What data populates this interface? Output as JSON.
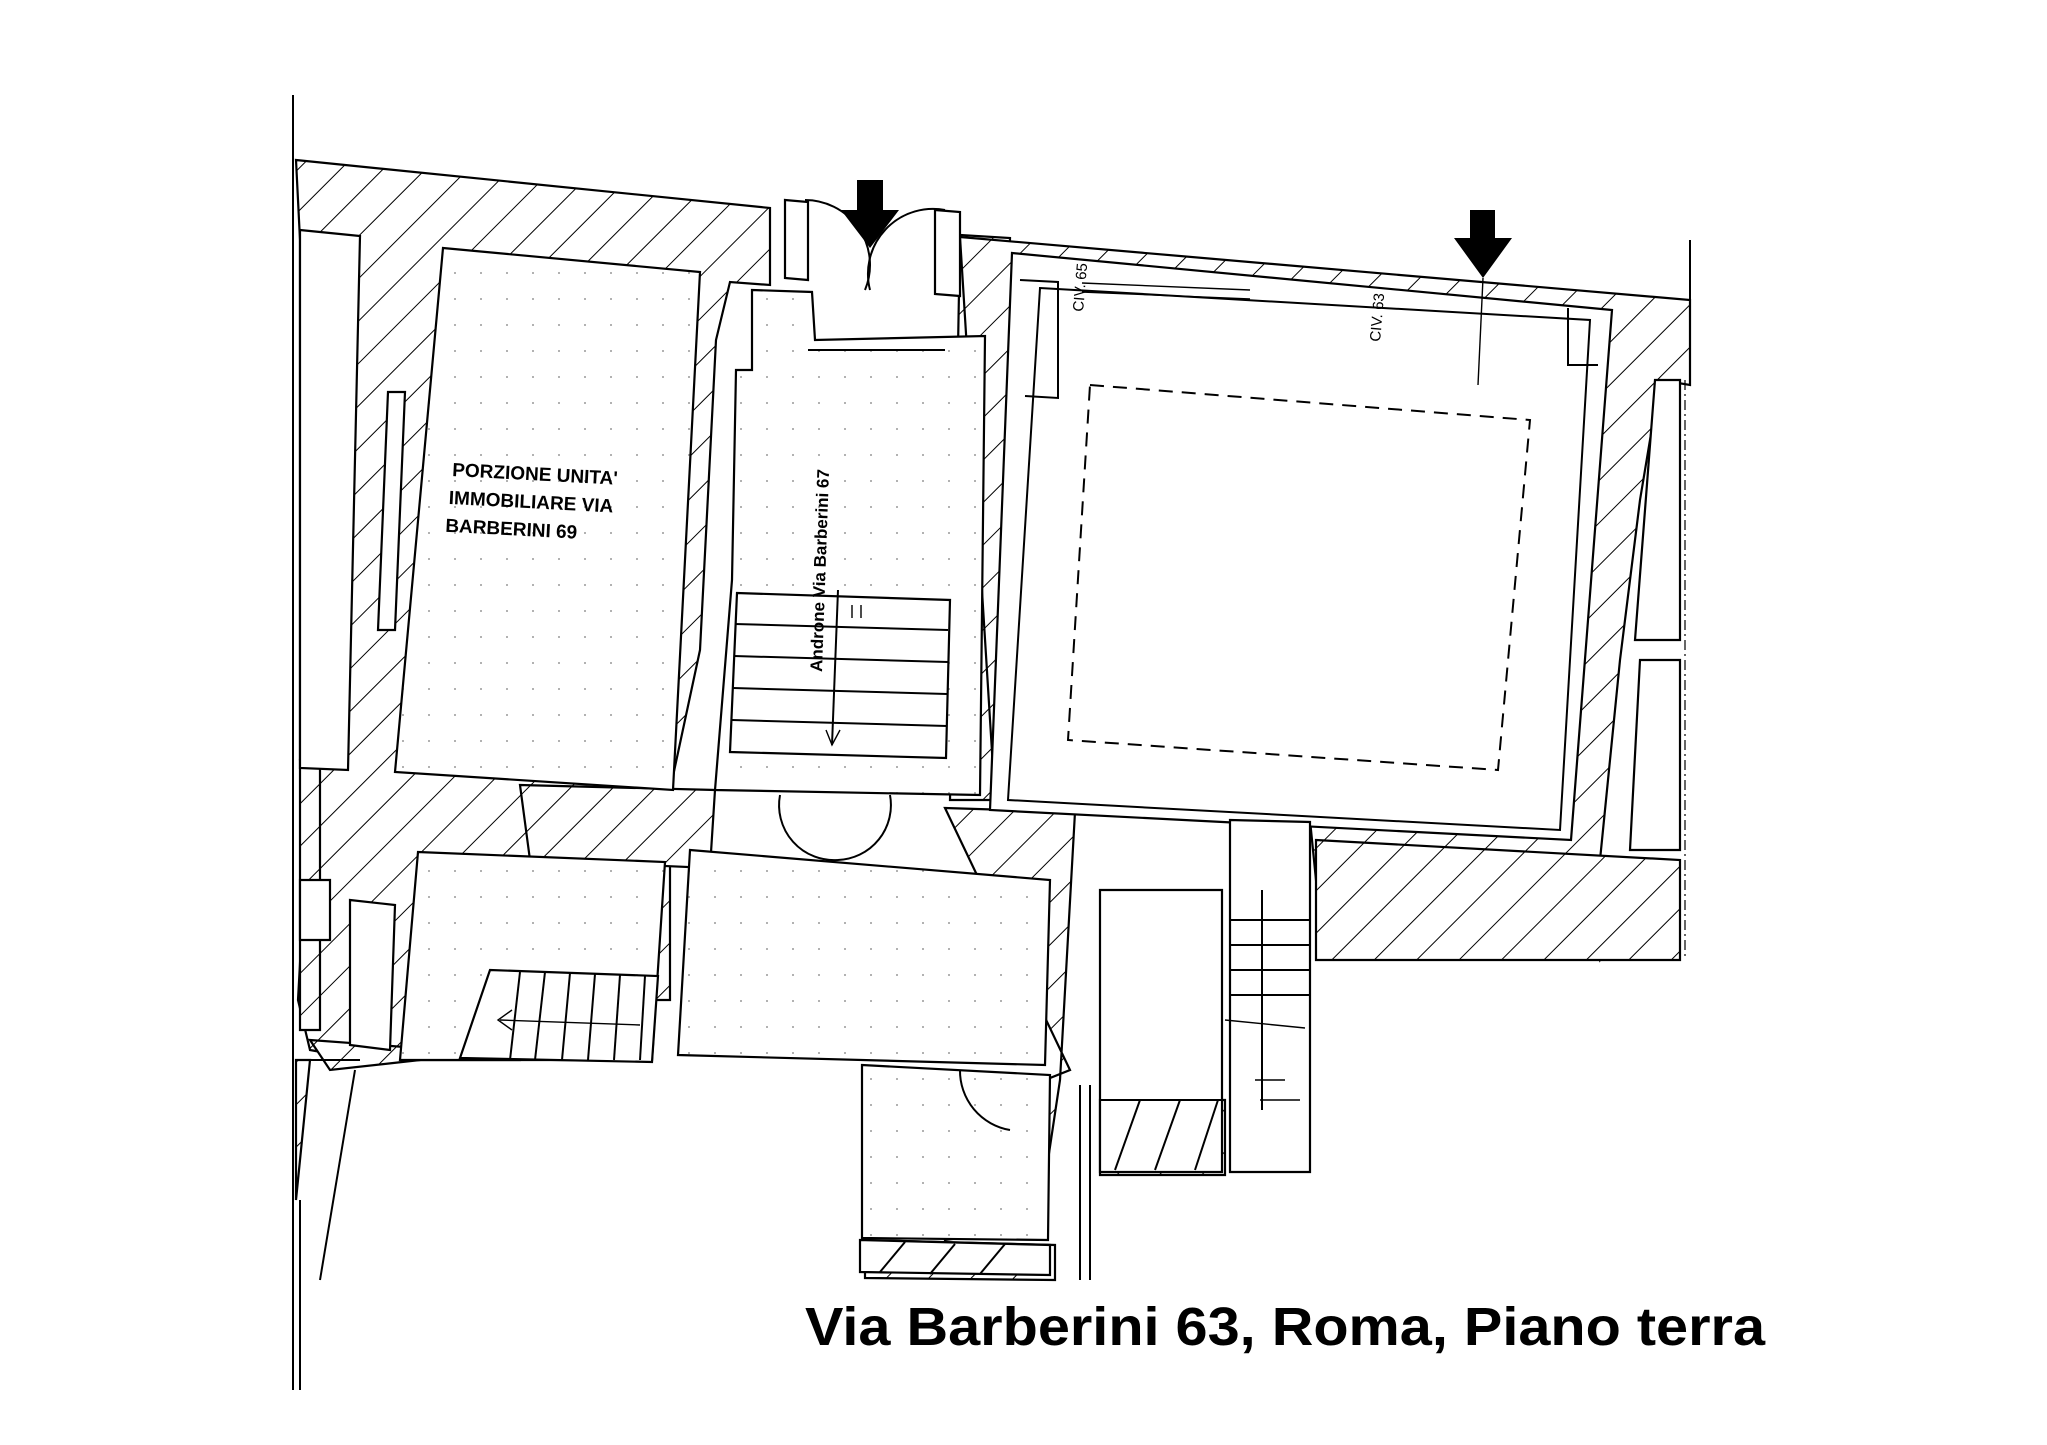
{
  "labels": {
    "unit": [
      "PORZIONE UNITA'",
      "IMMOBILIARE VIA",
      "BARBERINI 69"
    ],
    "androne": "Androne Via Barberini 67",
    "civ65": "CIV. 65",
    "civ63": "CIV. 63",
    "caption": "Via Barberini 63, Roma, Piano terra"
  }
}
